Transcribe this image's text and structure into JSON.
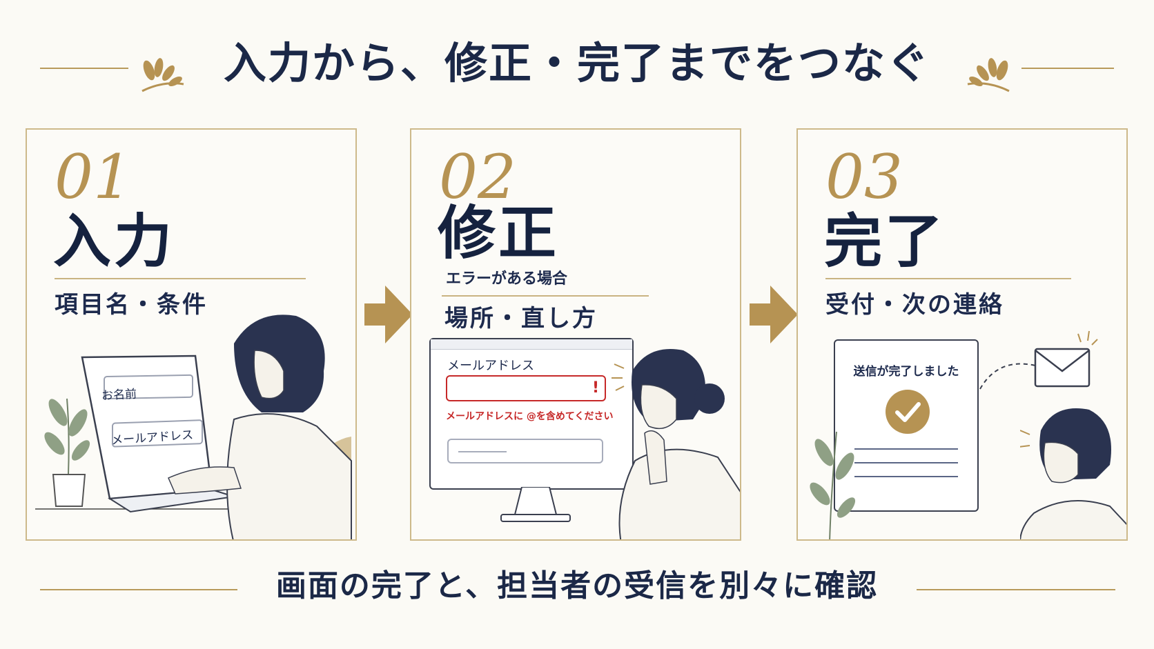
{
  "title": "入力から、修正・完了までをつなぐ",
  "steps": [
    {
      "number": "01",
      "heading": "入力",
      "subtitle": "項目名・条件",
      "form": {
        "name_label": "お名前",
        "email_label": "メールアドレス"
      }
    },
    {
      "number": "02",
      "heading": "修正",
      "note": "エラーがある場合",
      "subtitle": "場所・直し方",
      "form": {
        "email_label": "メールアドレス",
        "error_mark": "!",
        "error_message": "メールアドレスに @を含めてください"
      }
    },
    {
      "number": "03",
      "heading": "完了",
      "subtitle": "受付・次の連絡",
      "form": {
        "complete_message": "送信が完了しました"
      }
    }
  ],
  "footer": "画面の完了と、担当者の受信を別々に確認",
  "colors": {
    "navy": "#1b2847",
    "gold": "#b69353",
    "error": "#c62828",
    "background": "#fbfaf5"
  }
}
